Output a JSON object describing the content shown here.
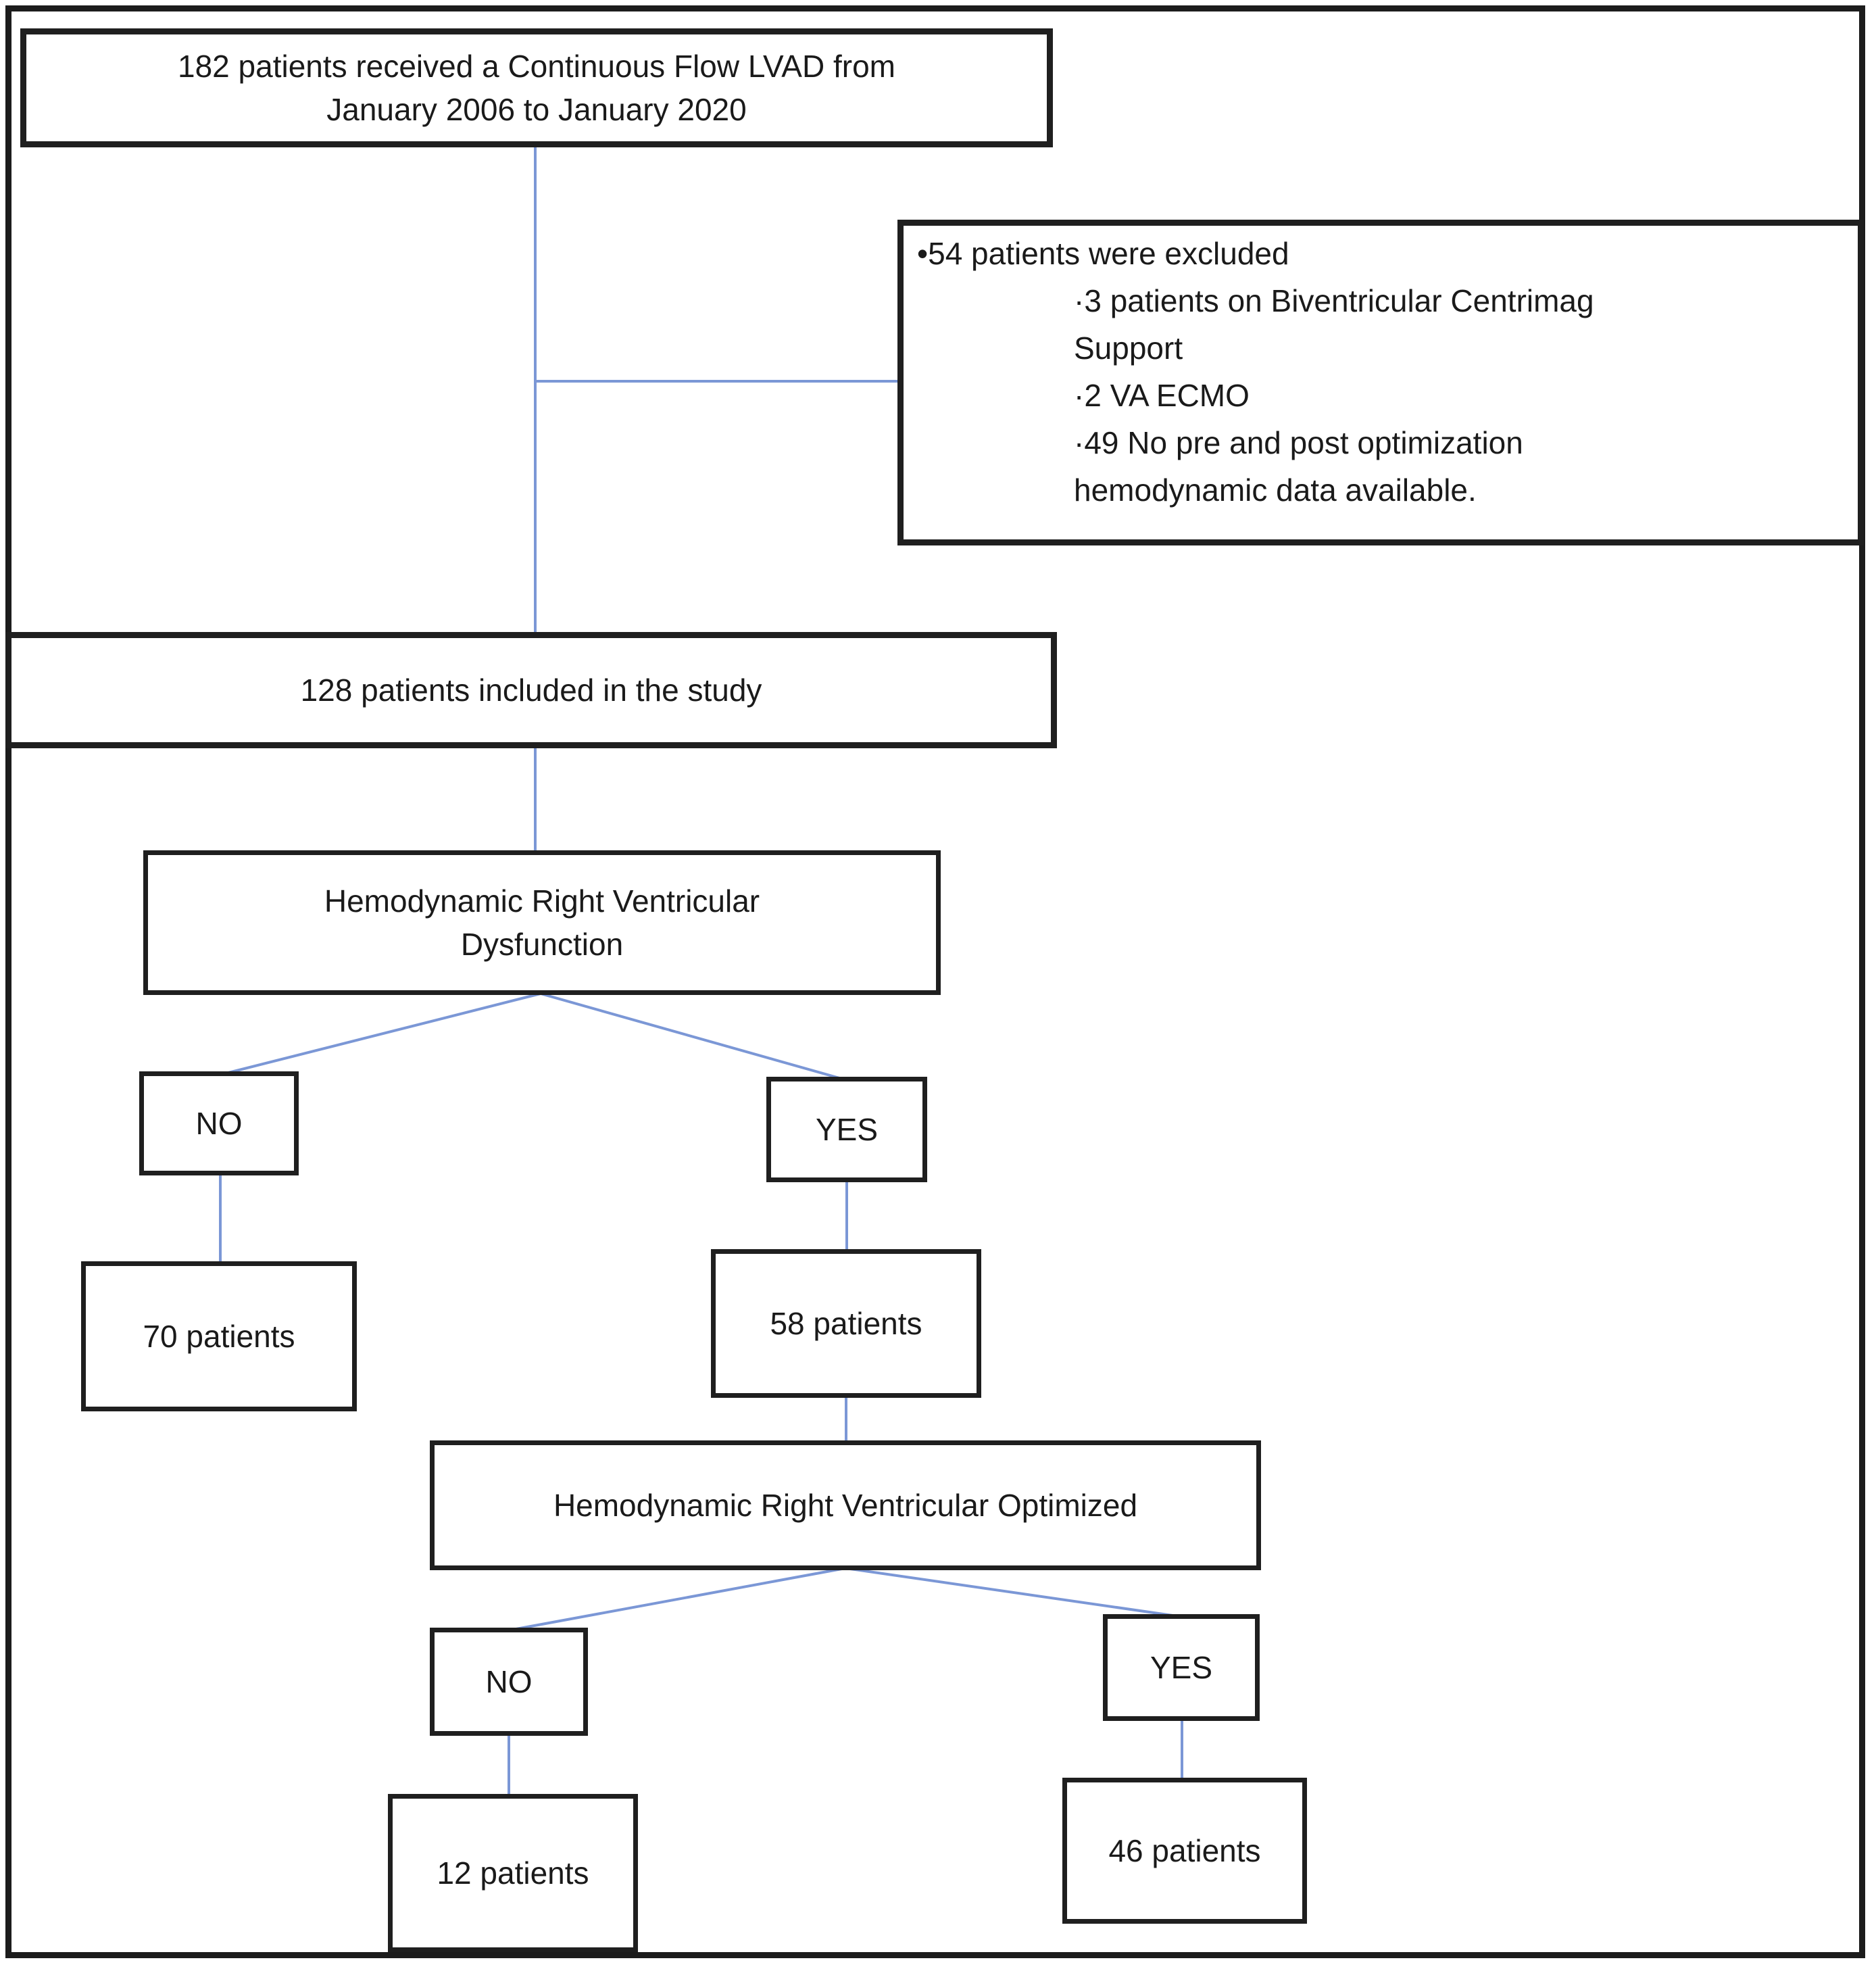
{
  "diagram": {
    "type": "patient-flowchart",
    "colors": {
      "connector": "#7b97d6",
      "box_border": "#1f1f1f",
      "background": "#ffffff",
      "text": "#1a1a1a"
    },
    "nodes": {
      "total": {
        "text": "182 patients received a Continuous Flow LVAD from January 2006 to January 2020"
      },
      "excluded": {
        "bullet": "•",
        "title": "54 patients were excluded",
        "sub_bullet": "·",
        "items": [
          "3 patients on Biventricular Centrimag Support",
          "2 VA ECMO",
          "49 No pre and post optimization hemodynamic data available."
        ]
      },
      "included": {
        "text": "128 patients included in the study"
      },
      "rv_dysfunction": {
        "text": "Hemodynamic Right Ventricular Dysfunction"
      },
      "rv_dysfunction_no": {
        "text": "NO"
      },
      "rv_dysfunction_yes": {
        "text": "YES"
      },
      "rv_dysfunction_no_count": {
        "text": "70 patients"
      },
      "rv_dysfunction_yes_count": {
        "text": "58 patients"
      },
      "rv_optimized": {
        "text": "Hemodynamic Right Ventricular Optimized"
      },
      "rv_optimized_no": {
        "text": "NO"
      },
      "rv_optimized_yes": {
        "text": "YES"
      },
      "rv_optimized_no_count": {
        "text": "12 patients"
      },
      "rv_optimized_yes_count": {
        "text": "46 patients"
      }
    },
    "edges": [
      {
        "from": "total",
        "to": "included"
      },
      {
        "from": "total",
        "to": "excluded"
      },
      {
        "from": "included",
        "to": "rv_dysfunction"
      },
      {
        "from": "rv_dysfunction",
        "to": "rv_dysfunction_no"
      },
      {
        "from": "rv_dysfunction",
        "to": "rv_dysfunction_yes"
      },
      {
        "from": "rv_dysfunction_no",
        "to": "rv_dysfunction_no_count"
      },
      {
        "from": "rv_dysfunction_yes",
        "to": "rv_dysfunction_yes_count"
      },
      {
        "from": "rv_dysfunction_yes_count",
        "to": "rv_optimized"
      },
      {
        "from": "rv_optimized",
        "to": "rv_optimized_no"
      },
      {
        "from": "rv_optimized",
        "to": "rv_optimized_yes"
      },
      {
        "from": "rv_optimized_no",
        "to": "rv_optimized_no_count"
      },
      {
        "from": "rv_optimized_yes",
        "to": "rv_optimized_yes_count"
      }
    ]
  }
}
